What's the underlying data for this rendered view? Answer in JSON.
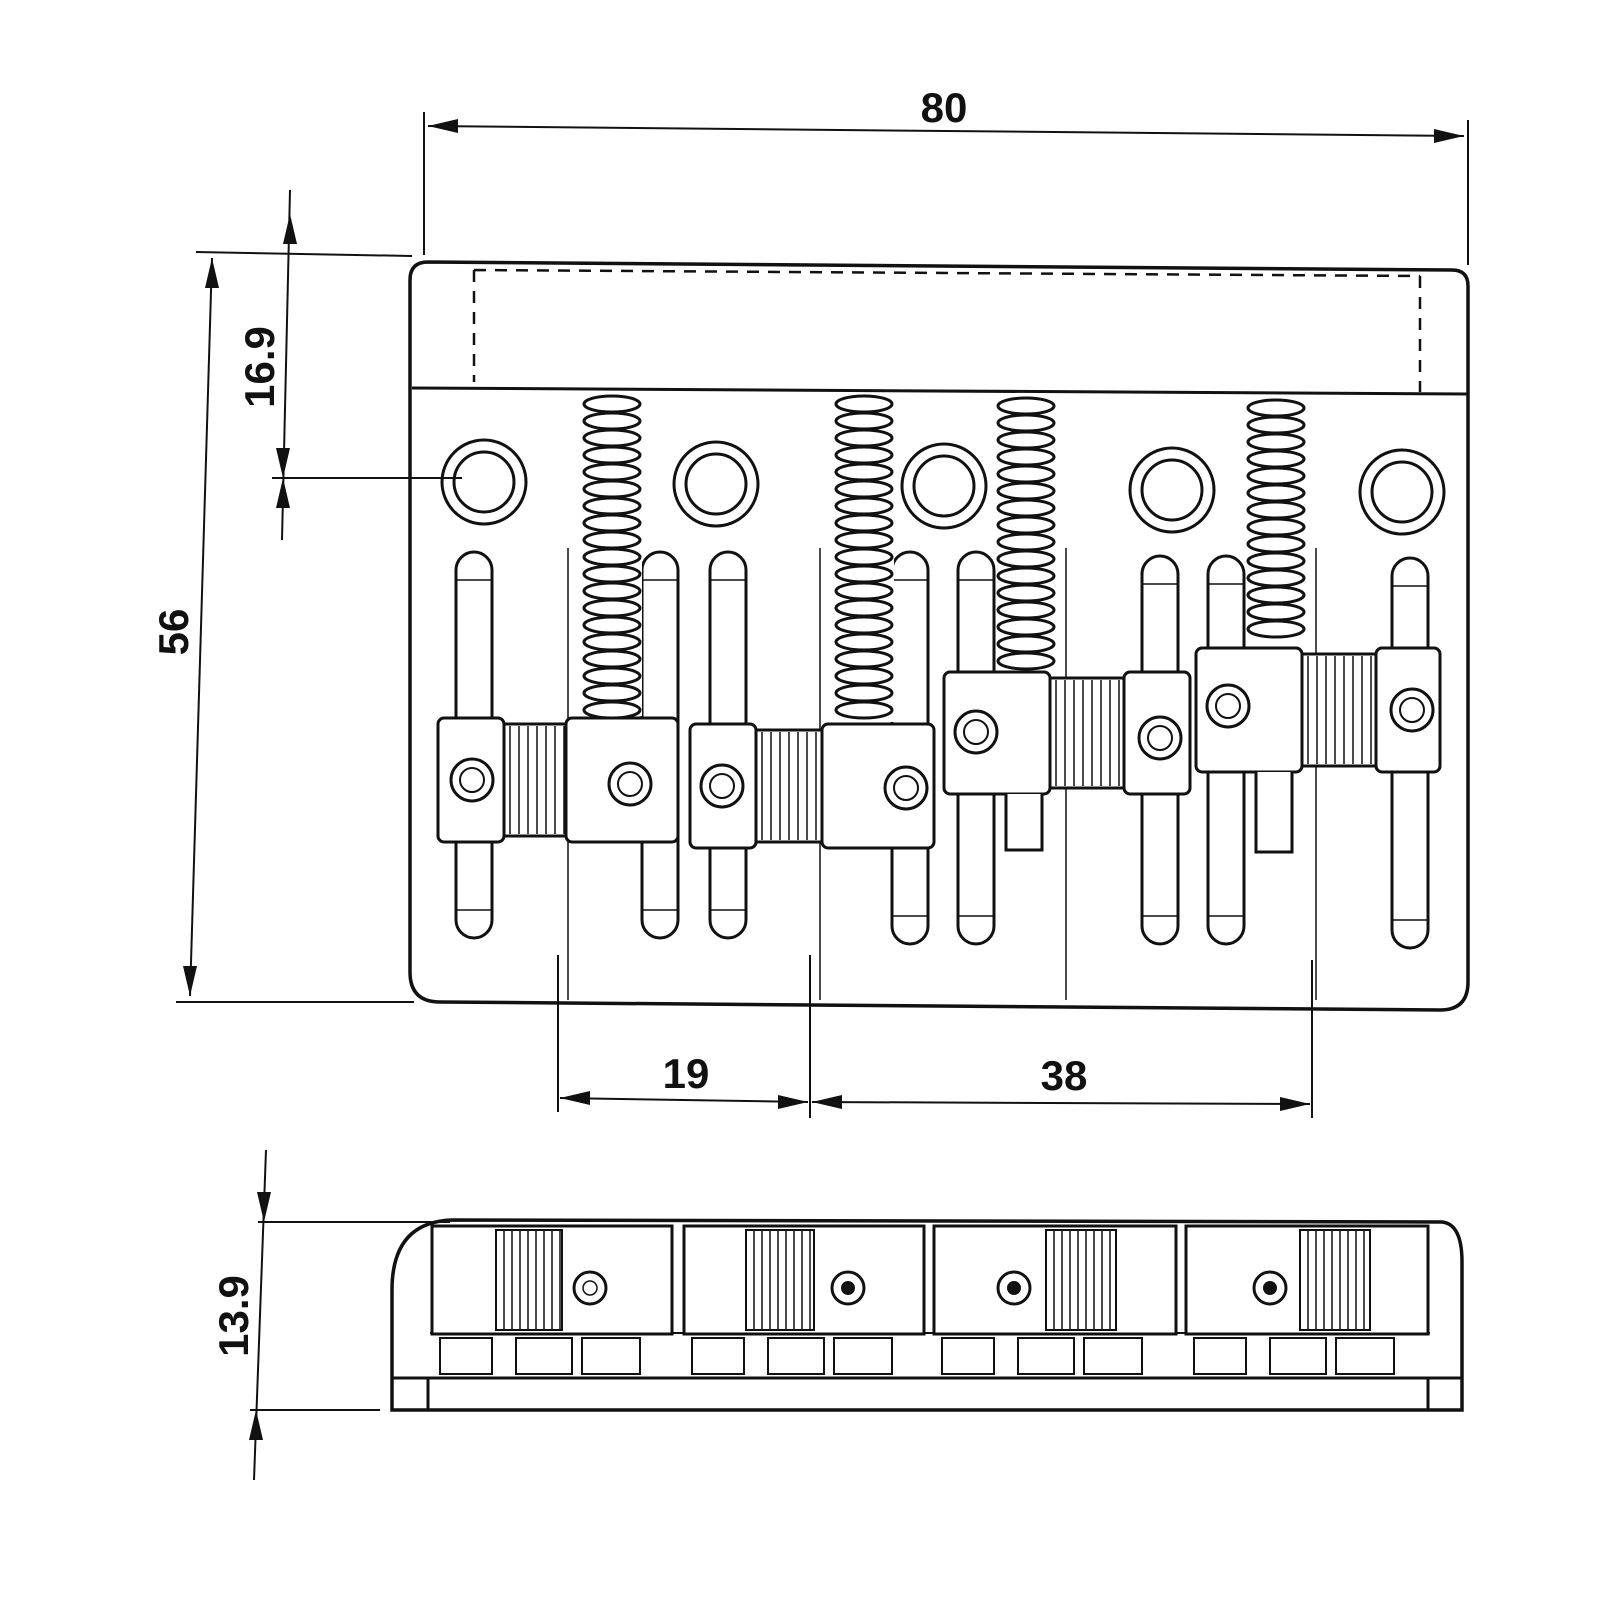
{
  "dimensions": {
    "overall_width": "80",
    "total_length": "56",
    "hole_offset": "16.9",
    "spacing_single": "19",
    "spacing_triple": "38",
    "height": "13.9"
  }
}
